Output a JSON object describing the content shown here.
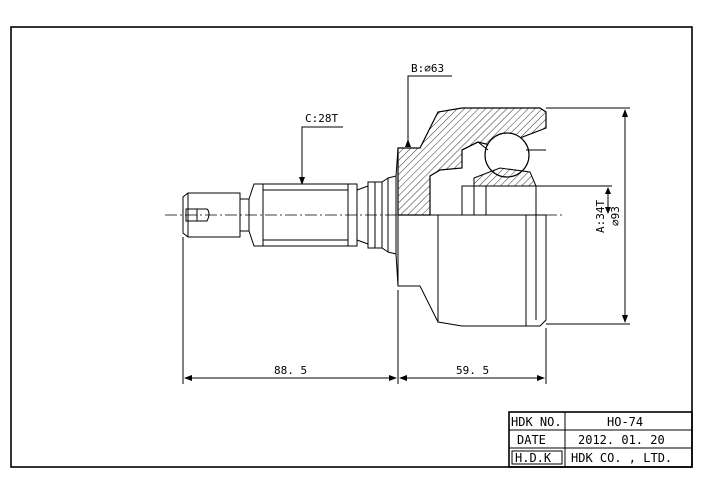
{
  "callouts": {
    "b_label": "B:⌀63",
    "c_label": "C:28T",
    "a_label": "A:34T",
    "d_label": "⌀93"
  },
  "dimensions": {
    "left_length": "88. 5",
    "right_length": "59. 5"
  },
  "title_block": {
    "hdk_no_label": "HDK NO.",
    "hdk_no_value": "HO-74",
    "date_label": "DATE",
    "date_value": "2012. 01. 20",
    "logo_text": "H.D.K",
    "company": "HDK CO. , LTD."
  }
}
